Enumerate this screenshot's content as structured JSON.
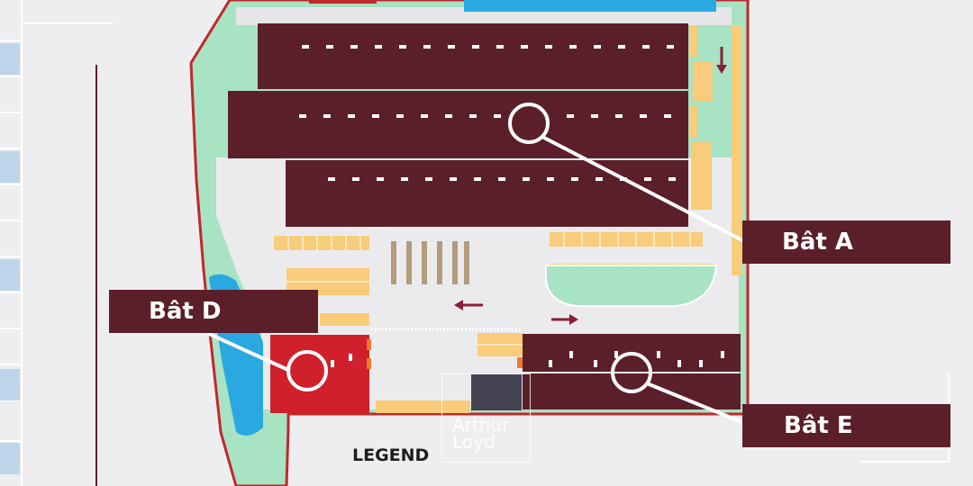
{
  "buildings": {
    "a": {
      "label": "Bât A"
    },
    "d": {
      "label": "Bât D"
    },
    "e": {
      "label": "Bât E"
    }
  },
  "legend_label": "LEGEND",
  "logo": {
    "text": "Arthur\nLoyd"
  },
  "colors": {
    "background": "#eeeef0",
    "site_outline": "#c0282d",
    "green_area": "#a8e3c4",
    "building": "#5b1f2a",
    "building_d": "#d0202c",
    "parking": "#f8cc7a",
    "water": "#2aa8e0",
    "arrow": "#8a1d3a"
  }
}
